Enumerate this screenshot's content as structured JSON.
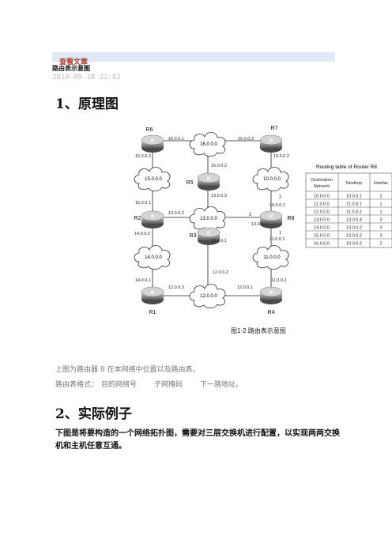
{
  "header": {
    "label": "查看文章"
  },
  "article": {
    "subtitle": "路由表示意图",
    "date": "2010-09-18 22:02",
    "section1_title": "1、原理图",
    "caption_para": "上图为路由器 8 在本网络中位置以及路由表。",
    "format_label": "路由表格式：",
    "format_dest": "目的网络号",
    "format_mask": "子网掩码",
    "format_next": "下一跳地址。",
    "section2_title": "2、实际例子",
    "section2_para": "下图是将要构造的一个网络拓扑图，需要对三层交换机进行配置，以实现两两交换机和主机任意互通。"
  },
  "diagram": {
    "figure_caption": "图1-2  路由表示意图",
    "routers": {
      "r6": "R6",
      "r7": "R7",
      "r5": "R5",
      "r2": "R2",
      "r8": "R8",
      "r3": "R3",
      "r1": "R1",
      "r4": "R4",
      "badge": "R"
    },
    "clouds": {
      "n16": "16.0.0.0",
      "n15": "15.0.0.0",
      "n10": "10.0.0.0",
      "n13": "13.0.0.0",
      "n14": "14.0.0.0",
      "n11": "11.0.0.0",
      "n12": "12.0.0.0"
    },
    "links": {
      "l16_1": "16.0.0.1",
      "l16_3": "16.0.0.3",
      "l15_2": "15.0.0.2",
      "l10_2": "10.0.0.2",
      "l16_2": "16.0.0.2",
      "l13_3": "13.0.0.3",
      "l15_1": "15.0.0.1",
      "l13_2": "13.0.0.2",
      "l10_1": "10.0.0.1",
      "l13_4": "13.0.0.4",
      "l14_2": "14.0.0.2",
      "l13_1": "13.0.0.1",
      "l11_1": "11.0.0.1",
      "l14_1": "14.0.0.1",
      "l12_2": "12.0.0.2",
      "l12_3": "12.0.0.3",
      "l12_1": "12.0.0.1",
      "l11_2": "11.0.0.2",
      "port2": "2",
      "port3": "3",
      "port1": "1"
    },
    "table": {
      "title": "Routing table of Router R8",
      "headers": [
        "Destination Network",
        "Nexthop",
        "Interfac"
      ],
      "rows": [
        [
          "10.0.0.0",
          "10.0.0.1",
          "2"
        ],
        [
          "11.0.0.0",
          "11.0.0.1",
          "1"
        ],
        [
          "12.0.0.0",
          "11.0.0.2",
          "1"
        ],
        [
          "13.0.0.0",
          "13.0.0.4",
          "3"
        ],
        [
          "14.0.0.0",
          "13.0.0.2",
          "3"
        ],
        [
          "15.0.0.0",
          "13.0.0.2",
          "3"
        ],
        [
          "16.0.0.0",
          "10.0.0.2",
          "2"
        ]
      ]
    }
  }
}
